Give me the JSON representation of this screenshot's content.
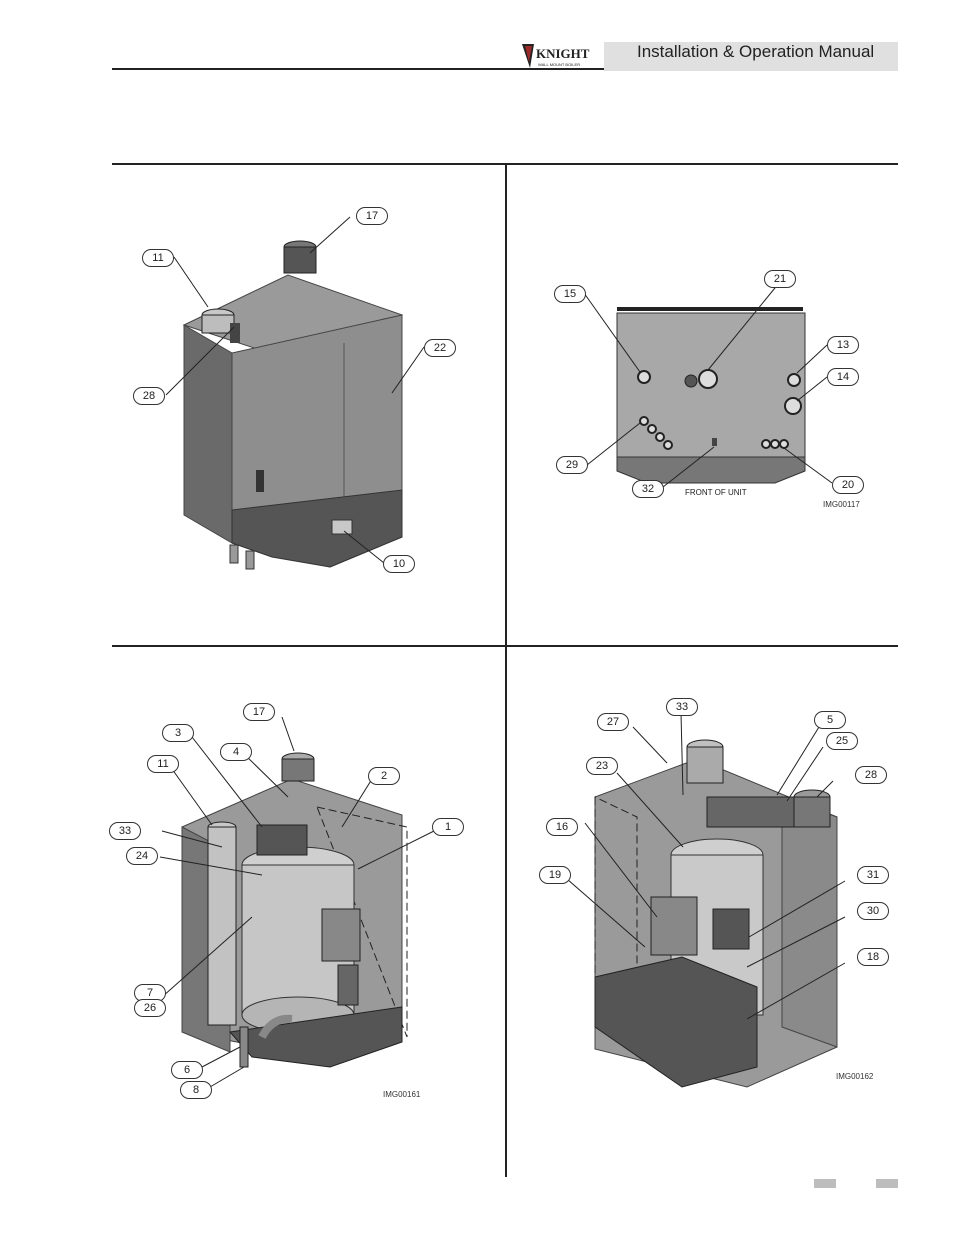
{
  "header": {
    "logo_text": "KNIGHT",
    "logo_subtext": "WALL MOUNT BOILER",
    "manual_title": "Installation & Operation Manual"
  },
  "figures": {
    "front_exterior": {
      "callouts": [
        "17",
        "11",
        "22",
        "28",
        "10"
      ]
    },
    "bottom_view": {
      "callouts": [
        "21",
        "15",
        "13",
        "14",
        "29",
        "20",
        "32"
      ],
      "front_label": "FRONT OF UNIT",
      "image_ref": "IMG00117"
    },
    "interior_left": {
      "callouts": [
        "17",
        "3",
        "4",
        "11",
        "2",
        "33",
        "1",
        "24",
        "7",
        "26",
        "6",
        "8"
      ],
      "image_ref": "IMG00161"
    },
    "interior_right": {
      "callouts": [
        "33",
        "27",
        "5",
        "25",
        "23",
        "28",
        "16",
        "19",
        "31",
        "30",
        "18"
      ],
      "image_ref": "IMG00162"
    }
  },
  "colors": {
    "cabinet": "#8a8a8a",
    "cabinet_dark": "#5e5e5e",
    "header_band": "#e0e0e0"
  }
}
